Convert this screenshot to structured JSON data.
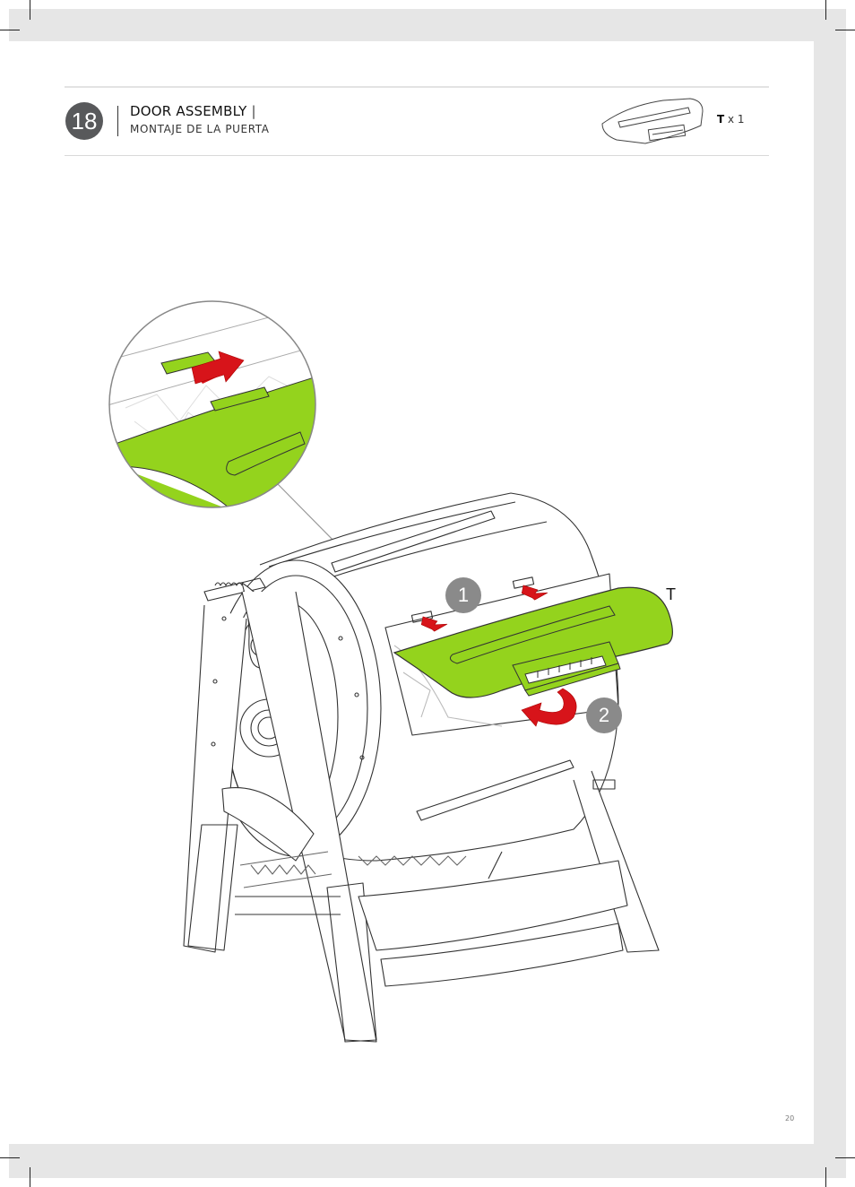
{
  "step": {
    "number": "18"
  },
  "header": {
    "title": "DOOR ASSEMBLY",
    "title_separator": "|",
    "subtitle": "MONTAJE DE LA PUERTA"
  },
  "parts": [
    {
      "letter": "T",
      "quantity_text": "x 1",
      "icon": "door-panel-part-thumbnail"
    }
  ],
  "diagram": {
    "part_label": "T",
    "callouts": [
      "1",
      "2"
    ],
    "icons": [
      "composter-tumbler-drawing",
      "zoom-detail-circle",
      "red-arrow-icon",
      "curved-rotate-arrow-icon"
    ]
  },
  "colors": {
    "door_green": "#94d31d",
    "arrow_red": "#d7141a",
    "callout_grey": "#8a8a8a",
    "step_circle": "#58595b",
    "frame_grey": "#e6e6e6"
  },
  "footer": {
    "page_number": "20"
  }
}
